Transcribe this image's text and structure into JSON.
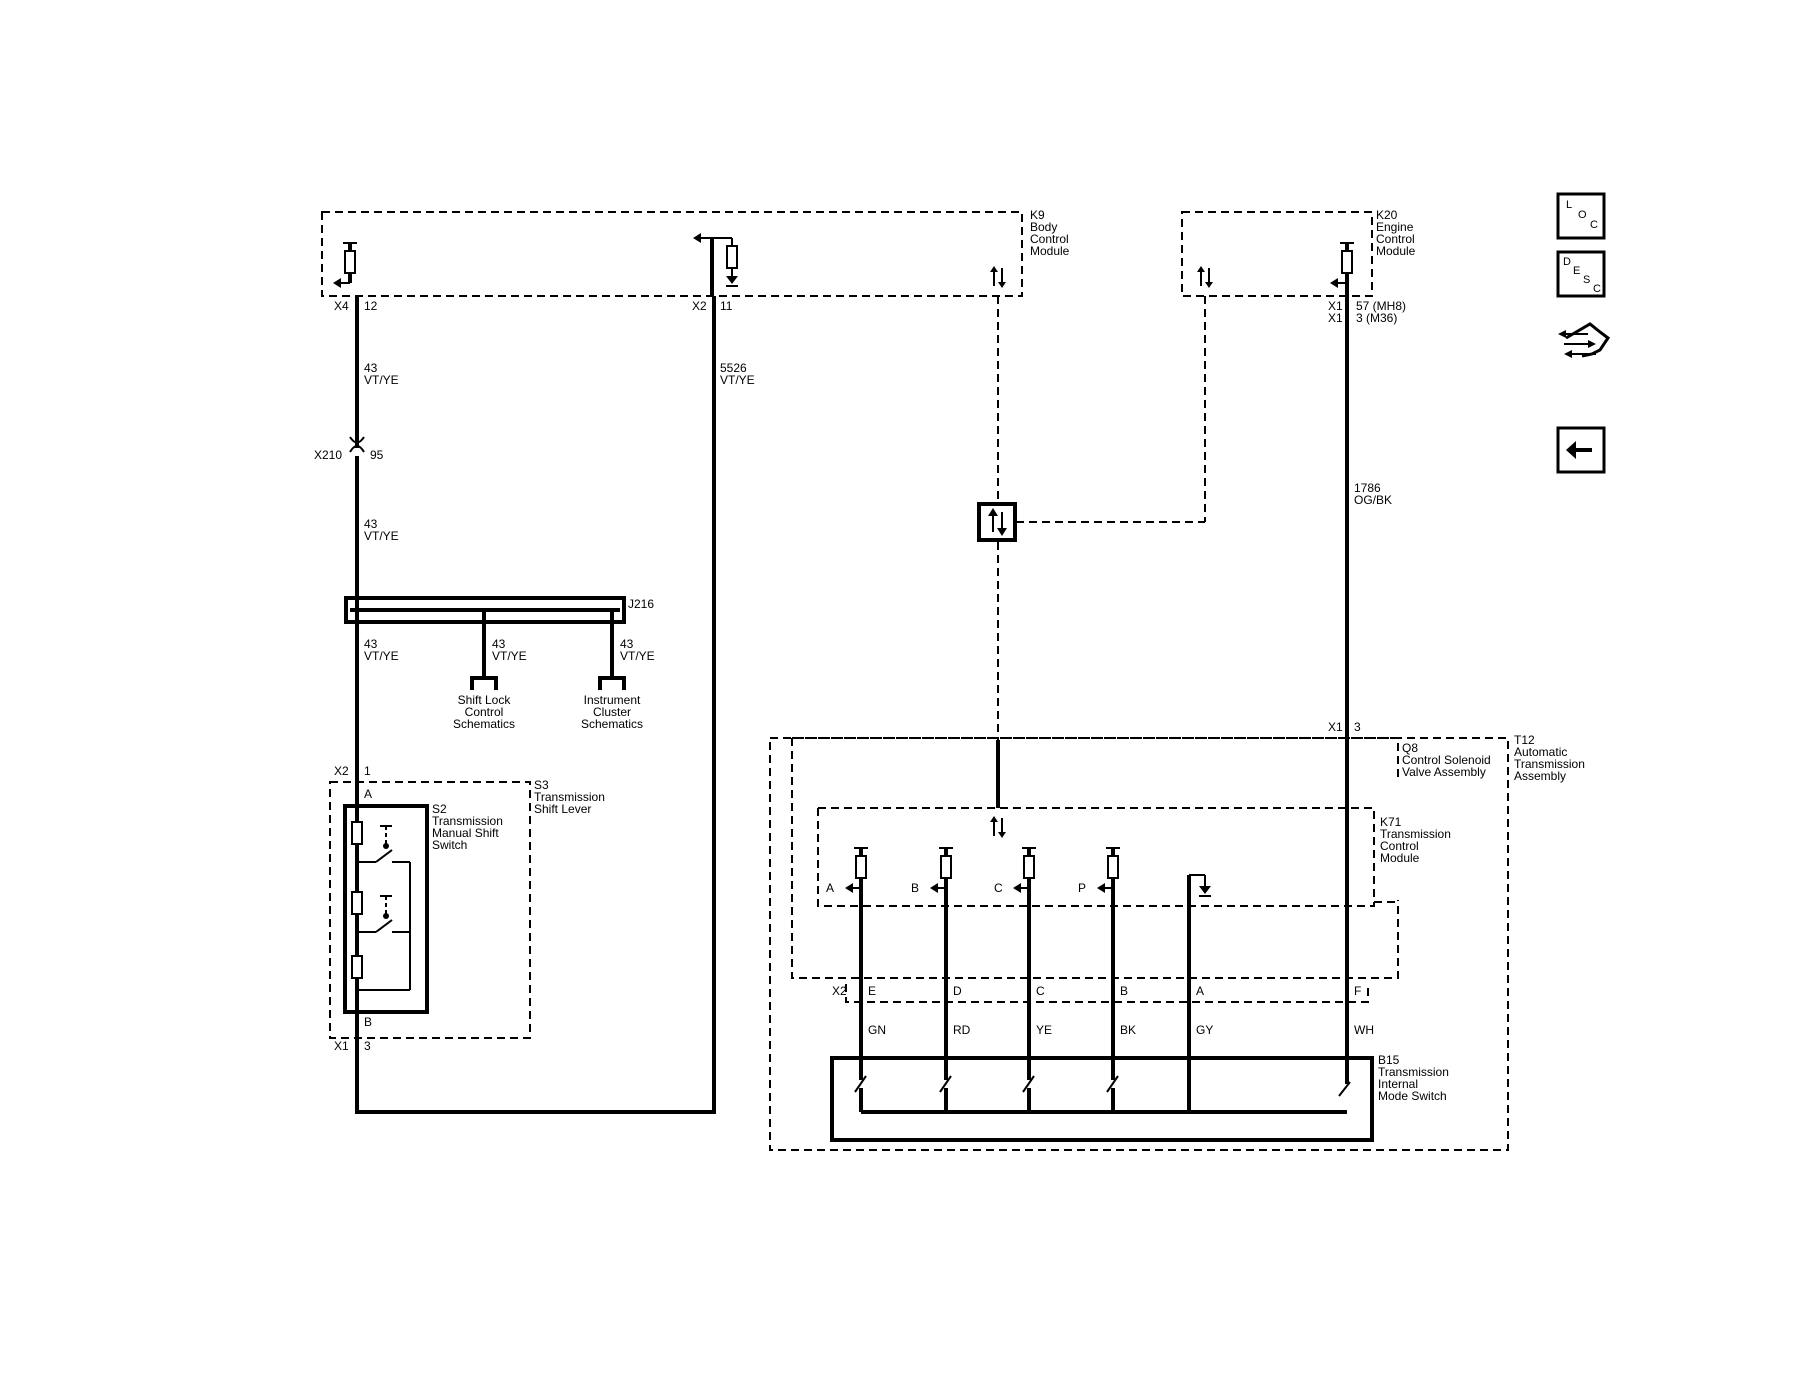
{
  "modules": {
    "k9": [
      "K9",
      "Body",
      "Control",
      "Module"
    ],
    "k20": [
      "K20",
      "Engine",
      "Control",
      "Module"
    ],
    "s3": [
      "S3",
      "Transmission",
      "Shift Lever"
    ],
    "s2": [
      "S2",
      "Transmission",
      "Manual Shift",
      "Switch"
    ],
    "q8": [
      "Q8",
      "Control Solenoid",
      "Valve Assembly"
    ],
    "t12": [
      "T12",
      "Automatic",
      "Transmission",
      "Assembly"
    ],
    "k71": [
      "K71",
      "Transmission",
      "Control",
      "Module"
    ],
    "b15": [
      "B15",
      "Transmission",
      "Internal",
      "Mode Switch"
    ]
  },
  "connectors": {
    "k9_x4": "X4",
    "k9_x4_pin": "12",
    "k9_x2": "X2",
    "k9_x2_pin": "11",
    "k20_x1a": "X1",
    "k20_x1a_pin": "57 (MH8)",
    "k20_x1b": "X1",
    "k20_x1b_pin": "3 (M36)",
    "x210": "X210",
    "x210_pin": "95",
    "j216": "J216",
    "s3_x2": "X2",
    "s3_x2_pin": "1",
    "s3_x1": "X1",
    "s3_x1_pin": "3",
    "s2_pin_a": "A",
    "s2_pin_b": "B",
    "t12_x1": "X1",
    "t12_x1_pin": "3",
    "t12_x2": "X2",
    "t12_x2_pins": [
      "E",
      "D",
      "C",
      "B",
      "A",
      "F"
    ]
  },
  "wires": {
    "w43_num": "43",
    "w43_color": "VT/YE",
    "w5526_num": "5526",
    "w5526_color": "VT/YE",
    "w1786_num": "1786",
    "w1786_color": "OG/BK"
  },
  "splice_refs": {
    "shift_lock": [
      "Shift Lock",
      "Control",
      "Schematics"
    ],
    "instrument_cluster": [
      "Instrument",
      "Cluster",
      "Schematics"
    ]
  },
  "k71_inputs": [
    "A",
    "B",
    "C",
    "P"
  ],
  "b15_wire_colors": [
    "GN",
    "RD",
    "YE",
    "BK",
    "GY",
    "WH"
  ],
  "nav": {
    "loc": [
      "L",
      "O",
      "C"
    ],
    "desc": [
      "D",
      "E",
      "S",
      "C"
    ]
  }
}
